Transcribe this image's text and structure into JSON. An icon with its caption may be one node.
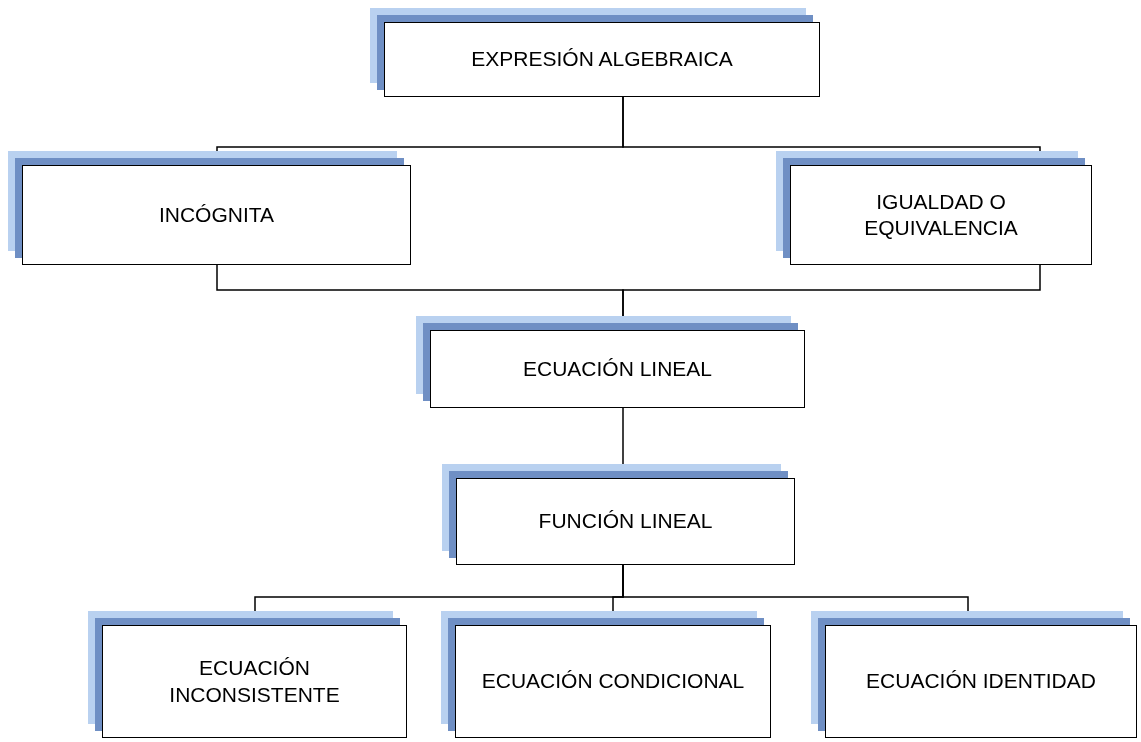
{
  "diagram": {
    "nodes": [
      {
        "text": [
          "EXPRESIÓN ALGEBRAICA"
        ]
      },
      {
        "text": [
          "INCÓGNITA"
        ]
      },
      {
        "text": [
          "IGUALDAD O EQUIVALENCIA"
        ]
      },
      {
        "text": [
          "ECUACIÓN LINEAL"
        ]
      },
      {
        "text": [
          "FUNCIÓN LINEAL"
        ]
      },
      {
        "text": [
          "ECUACIÓN INCONSISTENTE"
        ]
      },
      {
        "text": [
          "ECUACIÓN CONDICIONAL"
        ]
      },
      {
        "text": [
          "ECUACIÓN IDENTIDAD"
        ]
      }
    ],
    "edges": [
      {
        "from": 0,
        "to": 1,
        "arrow": "none"
      },
      {
        "from": 0,
        "to": 2,
        "arrow": "none"
      },
      {
        "from": 1,
        "to": 3,
        "arrow": "none"
      },
      {
        "from": 2,
        "to": 3,
        "arrow": "none"
      },
      {
        "from": 3,
        "to": 4,
        "arrow": "none"
      },
      {
        "from": 4,
        "to": 5,
        "arrow": "none"
      },
      {
        "from": 4,
        "to": 6,
        "arrow": "none"
      },
      {
        "from": 4,
        "to": 7,
        "arrow": "none"
      }
    ]
  }
}
